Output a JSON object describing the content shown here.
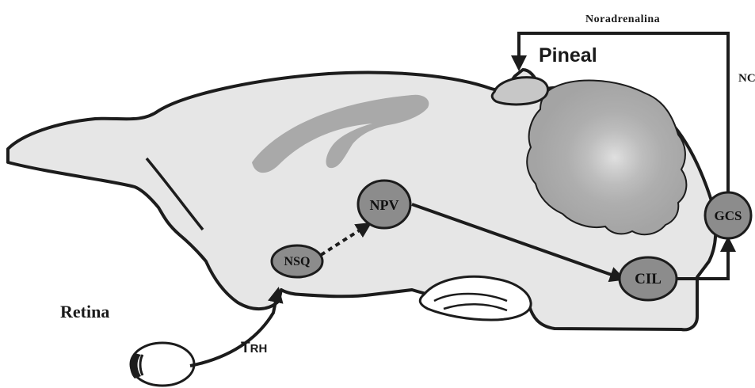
{
  "labels": {
    "noradrenalina": "Noradrenalina",
    "pineal": "Pineal",
    "nc": "NC",
    "retina": "Retina",
    "trh_t": "T",
    "trh_rh": "RH"
  },
  "nodes": {
    "npv": "NPV",
    "nsq": "NSQ",
    "cil": "CIL",
    "gcs": "GCS"
  },
  "colors": {
    "brain_fill": "#e6e6e6",
    "outline": "#1c1c1c",
    "ventricle": "#a9a9a9",
    "cerebellum": "#a6a6a6",
    "node_fill": "#8c8c8c",
    "gland_fill": "#c7c7c7"
  }
}
